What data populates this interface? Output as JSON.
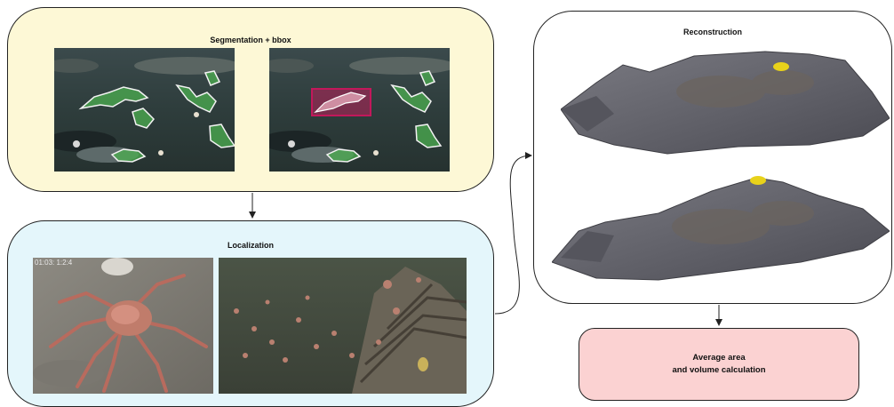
{
  "segmentation": {
    "title": "Segmentation + bbox"
  },
  "localization": {
    "title": "Localization",
    "frame_overlay": "01:03: 1:2:4"
  },
  "reconstruction": {
    "title": "Reconstruction"
  },
  "result": {
    "line1": "Average area",
    "line2": "and volume calculation"
  },
  "colors": {
    "segmentation_bg": "#fdf8d6",
    "localization_bg": "#e4f6fb",
    "reconstruction_bg": "#ffffff",
    "result_bg": "#fbd2d2",
    "mask_green": "#4caf50",
    "bbox_magenta": "#d81b60",
    "highlight_yellow": "#e8d21a"
  }
}
